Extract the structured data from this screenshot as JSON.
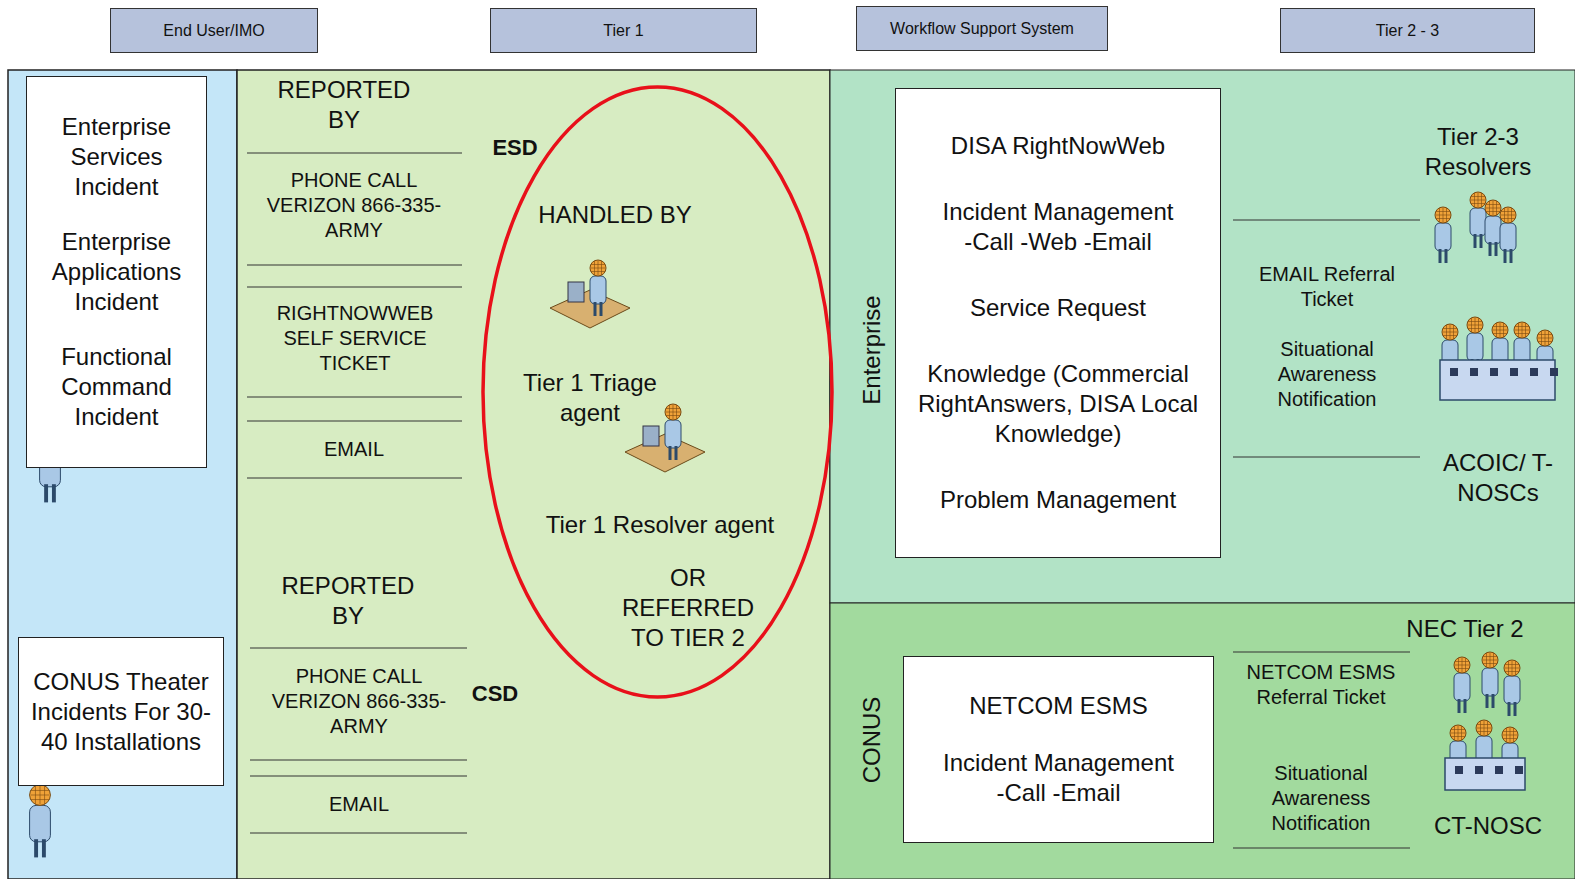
{
  "diagram": {
    "nodes": [
      {
        "text": [
          "End User/IMO"
        ]
      },
      {
        "text": [
          "Tier 1"
        ]
      },
      {
        "text": [
          "Workflow Support System"
        ]
      },
      {
        "text": [
          "Tier 2 - 3"
        ]
      },
      {
        "text": [
          "Enterprise Services Incident",
          "Enterprise Applications Incident",
          "Functional Command Incident"
        ]
      },
      {
        "text": [
          "CONUS Theater Incidents For 30-40 Installations"
        ]
      },
      {
        "text": [
          "HANDLED BY",
          "Tier 1 Triage agent",
          "Tier 1 Resolver agent",
          "OR REFERRED TO TIER 2"
        ]
      },
      {
        "text": [
          "Enterprise"
        ]
      },
      {
        "text": [
          "DISA RightNowWeb",
          "Incident Management -Call -Web -Email",
          "Service Request",
          "Knowledge (Commercial RightAnswers, DISA Local Knowledge)",
          "Problem Management"
        ],
        "in": 7
      },
      {
        "text": [
          "CONUS"
        ]
      },
      {
        "text": [
          "NETCOM ESMS",
          "Incident Management -Call -Email"
        ],
        "in": 9
      }
    ],
    "labels": [
      "REPORTED BY",
      "PHONE CALL VERIZON 866-335-ARMY",
      "RIGHTNOWWEB SELF SERVICE TICKET",
      "EMAIL",
      "ESD",
      "REPORTED BY",
      "PHONE CALL VERIZON 866-335-ARMY",
      "EMAIL",
      "CSD",
      "Tier 2-3 Resolvers",
      "EMAIL Referral Ticket",
      "Situational Awareness Notification",
      "ACOIC/ T-NOSCs",
      "NEC Tier 2",
      "NETCOM ESMS Referral Ticket",
      "Situational Awareness Notification",
      "CT-NOSC"
    ]
  }
}
